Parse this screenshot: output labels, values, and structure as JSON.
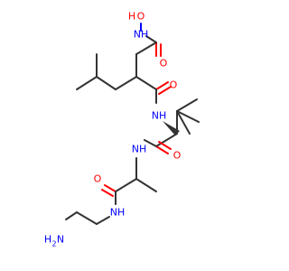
{
  "molecule": {
    "colors": {
      "carbon": "#333333",
      "nitrogen": "#0000FF",
      "oxygen": "#FF0000",
      "background": "#FFFFFF"
    },
    "labels": {
      "oh_h": "H",
      "oh_o": "O",
      "hydroxamate_nh": "NH",
      "hydroxamate_o": "O",
      "amide1_o": "O",
      "amide1_nh": "NH",
      "amide2_o": "O",
      "amide2_nh": "NH",
      "amide3_o": "O",
      "amide3_nh": "NH",
      "amine_h2n": "H",
      "amine_2": "2",
      "amine_n": "N"
    }
  }
}
